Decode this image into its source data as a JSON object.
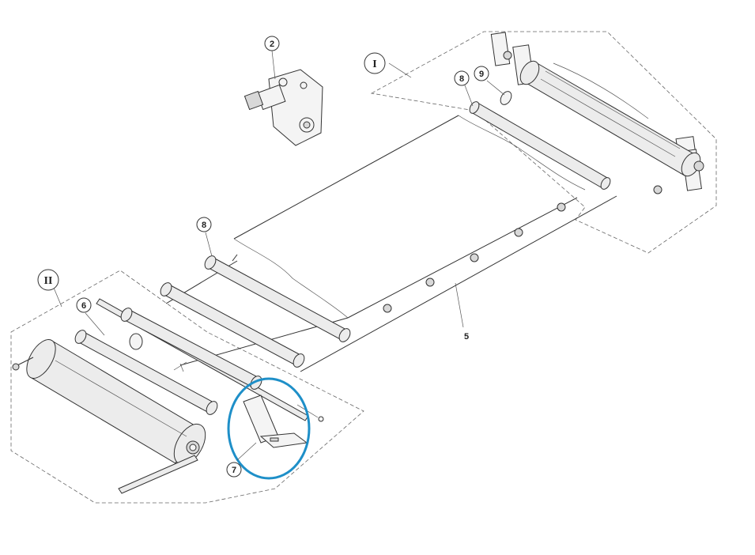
{
  "diagram": {
    "callouts": [
      {
        "id": "c2",
        "label": "2"
      },
      {
        "id": "c8a",
        "label": "8"
      },
      {
        "id": "c9",
        "label": "9"
      },
      {
        "id": "c8b",
        "label": "8"
      },
      {
        "id": "c6",
        "label": "6"
      },
      {
        "id": "c7",
        "label": "7"
      }
    ],
    "assembly_labels": [
      {
        "id": "asm1",
        "label": "I"
      },
      {
        "id": "asm2",
        "label": "II"
      }
    ],
    "plain_labels": [
      {
        "id": "p5",
        "label": "5"
      }
    ],
    "highlight": {
      "color": "#1e8fc8",
      "target": "7"
    },
    "colors": {
      "line": "#333333",
      "part_fill": "#f4f4f4",
      "highlight": "#1e8fc8"
    }
  }
}
